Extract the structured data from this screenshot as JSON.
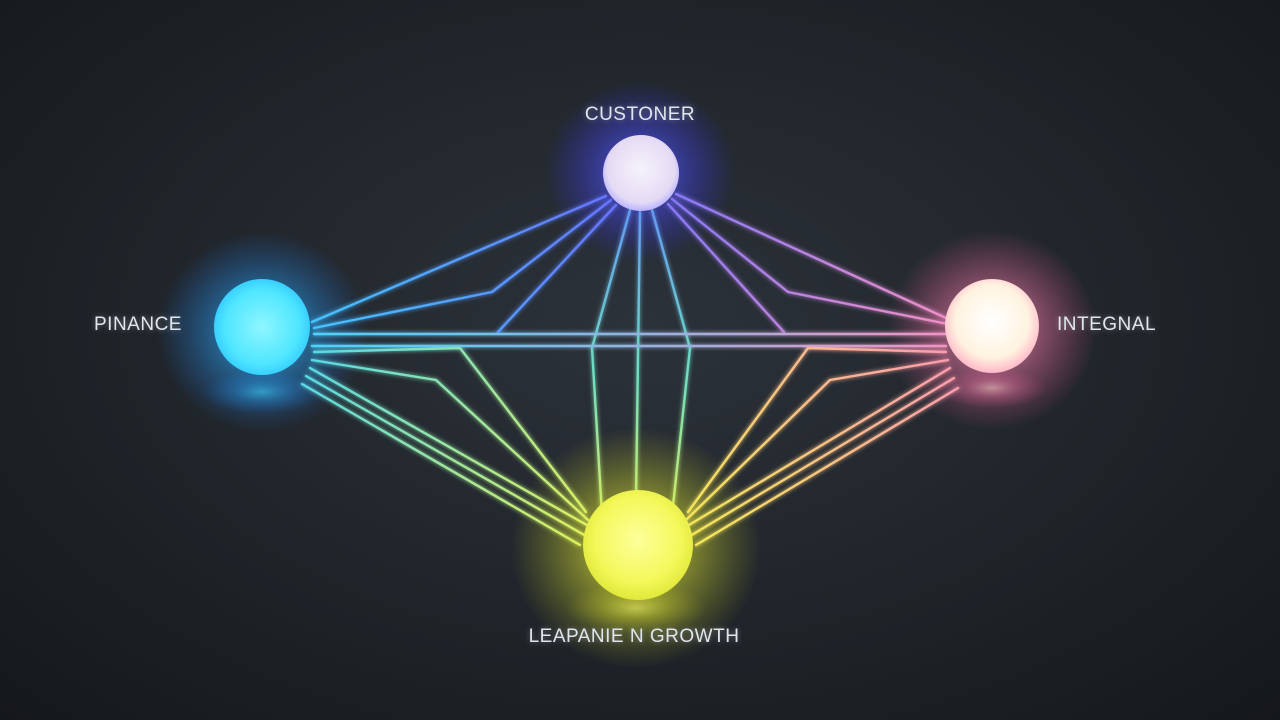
{
  "nodes": {
    "top": {
      "label": "CUSTONER",
      "color": "#5b63ff",
      "core": "#ece6f6"
    },
    "left": {
      "label": "PINANCE",
      "color": "#3fd0ff",
      "core": "#6ef2ff"
    },
    "right": {
      "label": "INTEGNAL",
      "color": "#ff8fb8",
      "core": "#fff6e8"
    },
    "bottom": {
      "label": "LEAPANIE N GROWTH",
      "color": "#ecf542",
      "core": "#fbff7a"
    }
  },
  "colors": {
    "background": "#22272d",
    "label_text": "#dfe6ee"
  }
}
